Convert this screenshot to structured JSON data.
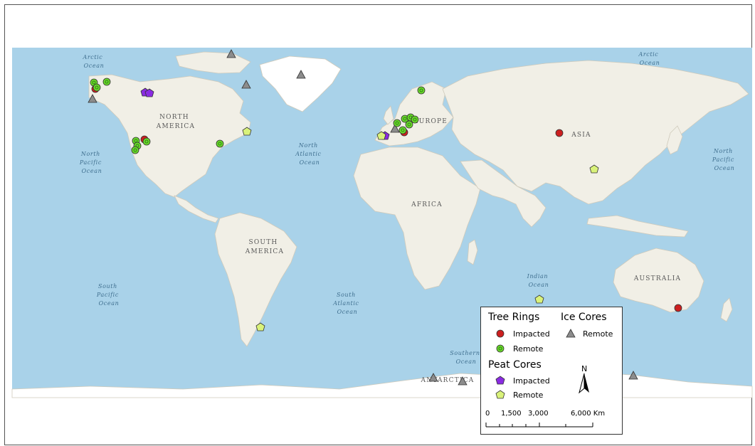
{
  "ocean_labels": [
    {
      "id": "arctic-w",
      "lines": [
        "Arctic",
        "Ocean"
      ]
    },
    {
      "id": "arctic-e",
      "lines": [
        "Arctic",
        "Ocean"
      ]
    },
    {
      "id": "n-pacific-w",
      "lines": [
        "North",
        "Pacific",
        "Ocean"
      ]
    },
    {
      "id": "n-pacific-e",
      "lines": [
        "North",
        "Pacific",
        "Ocean"
      ]
    },
    {
      "id": "n-atlantic",
      "lines": [
        "North",
        "Atlantic",
        "Ocean"
      ]
    },
    {
      "id": "s-pacific",
      "lines": [
        "South",
        "Pacific",
        "Ocean"
      ]
    },
    {
      "id": "s-atlantic",
      "lines": [
        "South",
        "Atlantic",
        "Ocean"
      ]
    },
    {
      "id": "indian",
      "lines": [
        "Indian",
        "Ocean"
      ]
    },
    {
      "id": "southern",
      "lines": [
        "Southern",
        "Ocean"
      ]
    }
  ],
  "continent_labels": [
    {
      "id": "north-america",
      "lines": [
        "NORTH",
        "AMERICA"
      ]
    },
    {
      "id": "south-america",
      "lines": [
        "SOUTH",
        "AMERICA"
      ]
    },
    {
      "id": "europe",
      "lines": [
        "EUROPE"
      ]
    },
    {
      "id": "africa",
      "lines": [
        "AFRICA"
      ]
    },
    {
      "id": "asia",
      "lines": [
        "ASIA"
      ]
    },
    {
      "id": "australia",
      "lines": [
        "AUSTRALIA"
      ]
    },
    {
      "id": "antarctica",
      "lines": [
        "ANTARCTICA"
      ]
    }
  ],
  "colors": {
    "ocean": "#a9d2e9",
    "land": "#f1efe6",
    "ice": "#ffffff",
    "tree_impacted": "#cc1f1f",
    "tree_remote": "#6ad82a",
    "peat_impacted": "#8a2be2",
    "peat_remote": "#d9f27a",
    "ice_core": "#8c8c8c"
  },
  "legend": {
    "tree_rings": {
      "title": "Tree Rings",
      "impacted": "Impacted",
      "remote": "Remote"
    },
    "ice_cores": {
      "title": "Ice Cores",
      "remote": "Remote"
    },
    "peat_cores": {
      "title": "Peat Cores",
      "impacted": "Impacted",
      "remote": "Remote"
    },
    "north_arrow": "N",
    "scale": {
      "ticks": [
        "0",
        "1,500",
        "3,000",
        "6,000 Km"
      ]
    }
  }
}
